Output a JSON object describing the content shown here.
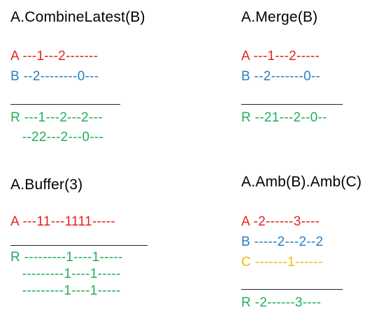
{
  "colors": {
    "red": "#e8221e",
    "blue": "#2780c0",
    "green": "#1fb05a",
    "yellow": "#f5b800"
  },
  "panels": {
    "combine_latest": {
      "title": "A.CombineLatest(B)",
      "rows": [
        "A ---1---2-------",
        "B --2--------0---",
        "R ---1---2---2---",
        "   --22---2---0---"
      ]
    },
    "merge": {
      "title": "A.Merge(B)",
      "rows": [
        "A ---1---2-----",
        "B --2-------0--",
        "R --21---2--0--"
      ]
    },
    "buffer": {
      "title": "A.Buffer(3)",
      "rows": [
        "A ---11---1111-----",
        "R ---------1----1-----",
        "   ---------1----1-----",
        "   ---------1----1-----"
      ]
    },
    "amb": {
      "title": "A.Amb(B).Amb(C)",
      "rows": [
        "A -2------3----",
        "B -----2---2--2",
        "C -------1------",
        "R -2------3----"
      ]
    }
  }
}
